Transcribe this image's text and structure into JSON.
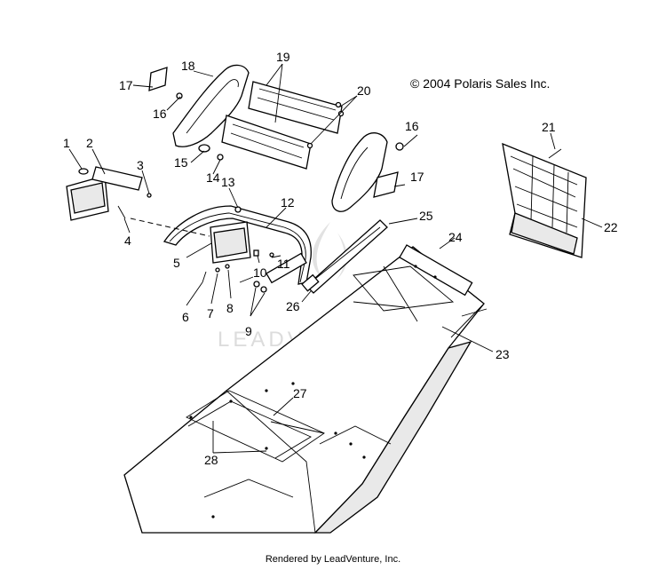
{
  "copyright": "© 2004 Polaris Sales Inc.",
  "footer": "Rendered by LeadVenture, Inc.",
  "watermark": "LEADVENTURE",
  "callouts": [
    "1",
    "2",
    "3",
    "4",
    "5",
    "6",
    "7",
    "8",
    "9",
    "10",
    "11",
    "12",
    "13",
    "14",
    "15",
    "16",
    "16",
    "17",
    "17",
    "18",
    "19",
    "20",
    "21",
    "22",
    "23",
    "24",
    "25",
    "26",
    "27",
    "28"
  ]
}
